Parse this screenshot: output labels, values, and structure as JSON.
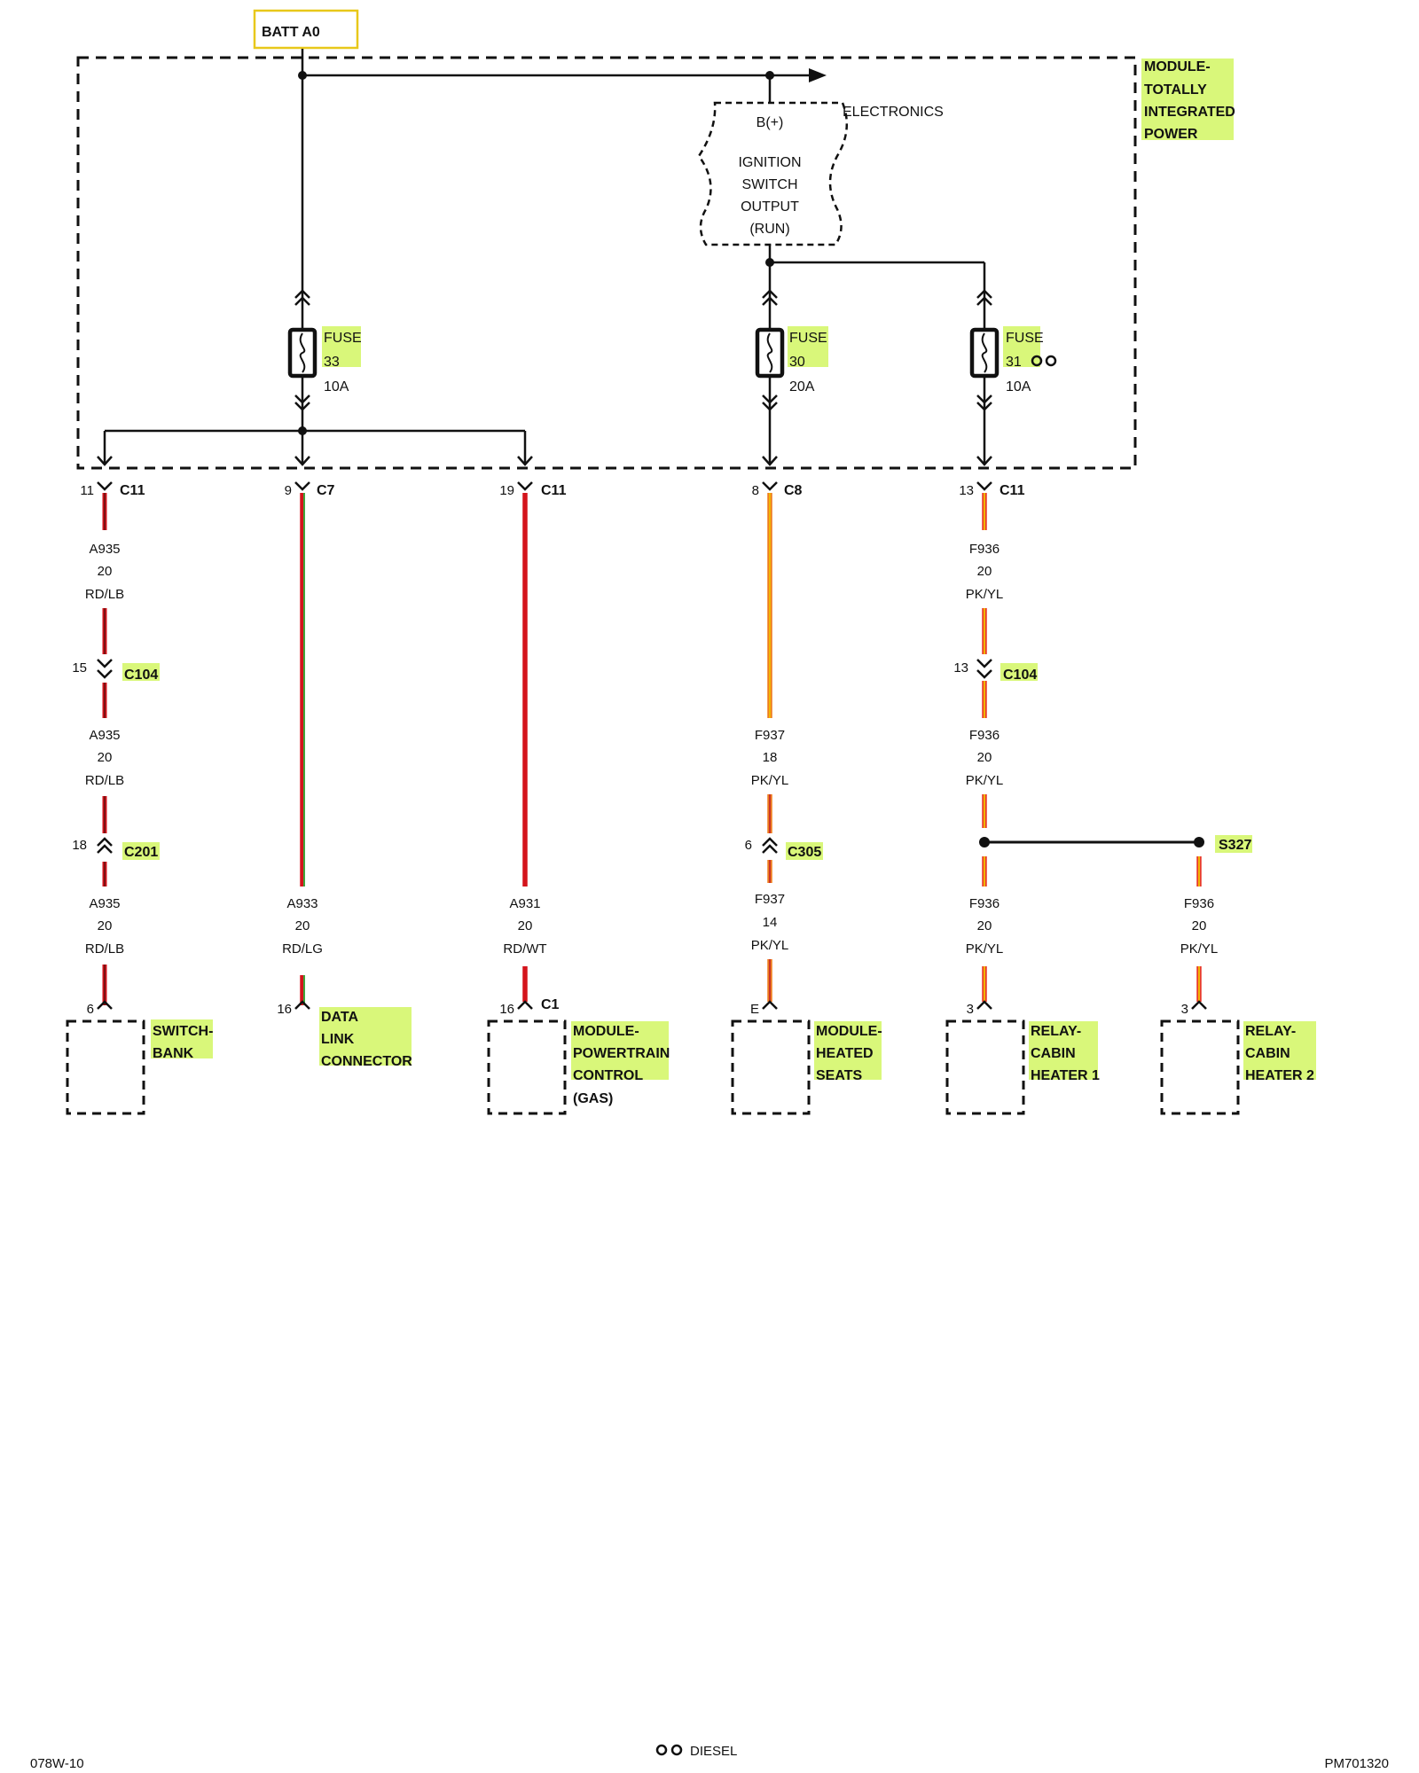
{
  "battery_label": "BATT A0",
  "module_tip": {
    "line1": "MODULE-",
    "line2": "TOTALLY",
    "line3": "INTEGRATED",
    "line4": "POWER"
  },
  "electronics_label": "ELECTRONICS",
  "ignition": {
    "b_plus": "B(+)",
    "line1": "IGNITION",
    "line2": "SWITCH",
    "line3": "OUTPUT",
    "line4": "(RUN)"
  },
  "fuses": [
    {
      "label": "FUSE",
      "number": "33",
      "rating": "10A",
      "diesel_only": false
    },
    {
      "label": "FUSE",
      "number": "30",
      "rating": "20A",
      "diesel_only": false
    },
    {
      "label": "FUSE",
      "number": "31",
      "rating": "10A",
      "diesel_only": true
    }
  ],
  "tipm_connectors": [
    {
      "pin": "11",
      "name": "C11"
    },
    {
      "pin": "9",
      "name": "C7"
    },
    {
      "pin": "19",
      "name": "C11"
    },
    {
      "pin": "8",
      "name": "C8"
    },
    {
      "pin": "13",
      "name": "C11"
    }
  ],
  "wires": [
    {
      "circuit": "A935",
      "gauge": "20",
      "color_code": "RD/LB"
    },
    {
      "circuit": "A935",
      "gauge": "20",
      "color_code": "RD/LB"
    },
    {
      "circuit": "A935",
      "gauge": "20",
      "color_code": "RD/LB"
    },
    {
      "circuit": "A933",
      "gauge": "20",
      "color_code": "RD/LG"
    },
    {
      "circuit": "A931",
      "gauge": "20",
      "color_code": "RD/WT"
    },
    {
      "circuit": "F937",
      "gauge": "18",
      "color_code": "PK/YL"
    },
    {
      "circuit": "F937",
      "gauge": "14",
      "color_code": "PK/YL"
    },
    {
      "circuit": "F936",
      "gauge": "20",
      "color_code": "PK/YL"
    },
    {
      "circuit": "F936",
      "gauge": "20",
      "color_code": "PK/YL"
    },
    {
      "circuit": "F936",
      "gauge": "20",
      "color_code": "PK/YL"
    },
    {
      "circuit": "F936",
      "gauge": "20",
      "color_code": "PK/YL"
    }
  ],
  "inline_connectors": [
    {
      "pin": "15",
      "name": "C104"
    },
    {
      "pin": "13",
      "name": "C104"
    },
    {
      "pin": "18",
      "name": "C201"
    },
    {
      "pin": "6",
      "name": "C305"
    }
  ],
  "splice": "S327",
  "components": [
    {
      "pin": "6",
      "connector": "",
      "lines": [
        "SWITCH-",
        "BANK"
      ]
    },
    {
      "pin": "16",
      "connector": "",
      "lines": [
        "DATA",
        "LINK",
        "CONNECTOR"
      ]
    },
    {
      "pin": "16",
      "connector": "C1",
      "lines": [
        "MODULE-",
        "POWERTRAIN",
        "CONTROL"
      ],
      "note": "(GAS)"
    },
    {
      "pin": "E",
      "connector": "",
      "lines": [
        "MODULE-",
        "HEATED",
        "SEATS"
      ]
    },
    {
      "pin": "3",
      "connector": "",
      "lines": [
        "RELAY-",
        "CABIN",
        "HEATER 1"
      ]
    },
    {
      "pin": "3",
      "connector": "",
      "lines": [
        "RELAY-",
        "CABIN",
        "HEATER 2"
      ]
    }
  ],
  "footer": {
    "left": "078W-10",
    "legend": "DIESEL",
    "right": "PM701320"
  },
  "colors": {
    "highlight": "#d9f77a",
    "red": "#d4141c",
    "green": "#3fa63c",
    "orange": "#ee7d1f",
    "yellow": "#f2c300",
    "battery_box": "#e8c81a"
  }
}
